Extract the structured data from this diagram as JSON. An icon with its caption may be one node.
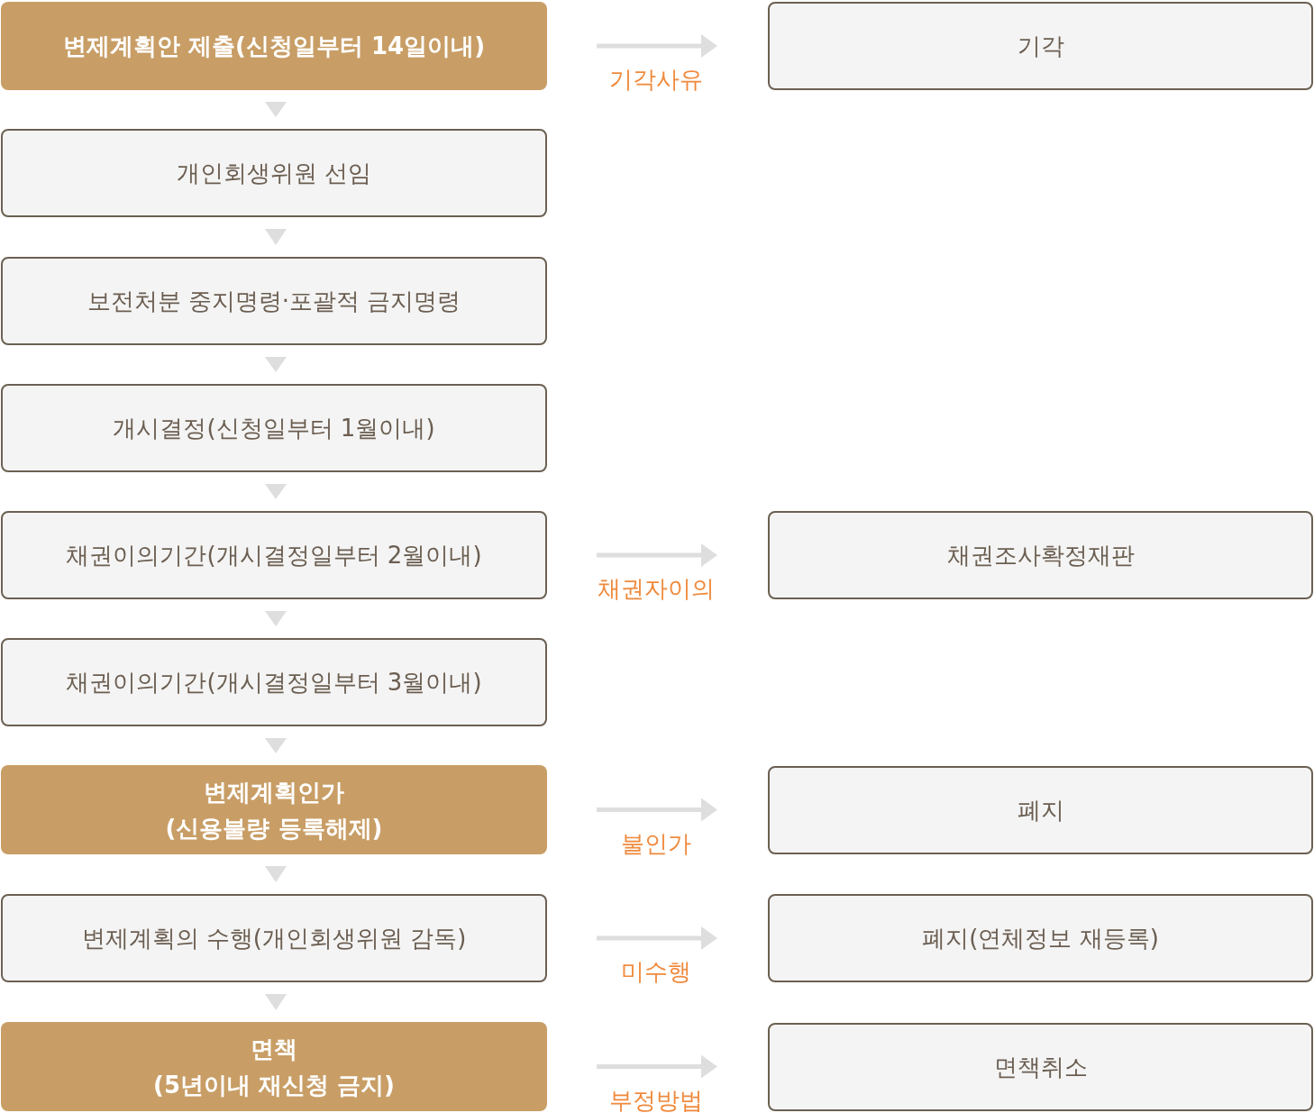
{
  "diagram": {
    "nodes": [
      {
        "text": [
          "변제계획안 제출(신청일부터 14일이내)"
        ]
      },
      {
        "text": [
          "개인회생위원 선임"
        ]
      },
      {
        "text": [
          "보전처분 중지명령·포괄적 금지명령"
        ]
      },
      {
        "text": [
          "개시결정(신청일부터 1월이내)"
        ]
      },
      {
        "text": [
          "채권이의기간(개시결정일부터 2월이내)"
        ]
      },
      {
        "text": [
          "채권이의기간(개시결정일부터 3월이내)"
        ]
      },
      {
        "text": [
          "변제계획인가",
          "(신용불량 등록해제)"
        ]
      },
      {
        "text": [
          "변제계획의 수행(개인회생위원 감독)"
        ]
      },
      {
        "text": [
          "면책",
          "(5년이내 재신청 금지)"
        ]
      },
      {
        "text": [
          "기각"
        ]
      },
      {
        "text": [
          "채권조사확정재판"
        ]
      },
      {
        "text": [
          "폐지"
        ]
      },
      {
        "text": [
          "폐지(연체정보 재등록)"
        ]
      },
      {
        "text": [
          "면책취소"
        ]
      }
    ],
    "edges": [
      {
        "from": 0,
        "to": 1,
        "arrow": "to"
      },
      {
        "from": 1,
        "to": 2,
        "arrow": "to"
      },
      {
        "from": 2,
        "to": 3,
        "arrow": "to"
      },
      {
        "from": 3,
        "to": 4,
        "arrow": "to"
      },
      {
        "from": 4,
        "to": 5,
        "arrow": "to"
      },
      {
        "from": 5,
        "to": 6,
        "arrow": "to"
      },
      {
        "from": 6,
        "to": 7,
        "arrow": "to"
      },
      {
        "from": 7,
        "to": 8,
        "arrow": "to"
      },
      {
        "from": 0,
        "to": 9,
        "arrow": "to",
        "label": "기각사유"
      },
      {
        "from": 4,
        "to": 10,
        "arrow": "to",
        "label": "채권자이의"
      },
      {
        "from": 6,
        "to": 11,
        "arrow": "to",
        "label": "불인가"
      },
      {
        "from": 7,
        "to": 12,
        "arrow": "to",
        "label": "미수행"
      },
      {
        "from": 8,
        "to": 13,
        "arrow": "to",
        "label": "부정방법"
      }
    ]
  }
}
